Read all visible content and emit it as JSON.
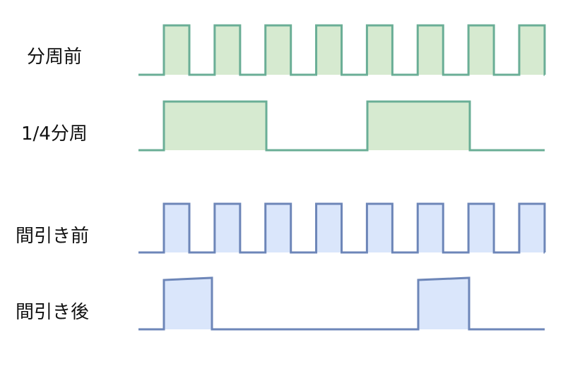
{
  "labels": {
    "before_divide": "分周前",
    "quarter_divide": "1/4分周",
    "before_thin": "間引き前",
    "after_thin": "間引き後"
  },
  "colors": {
    "green_stroke": "#6aae96",
    "green_fill": "#d6ead0",
    "blue_stroke": "#6d86b8",
    "blue_fill": "#dae6fb"
  },
  "signals": [
    {
      "name": "before-divide-signal",
      "color": "green",
      "pulses": [
        1,
        2,
        3,
        4,
        5,
        6,
        7,
        8
      ],
      "sloped": false
    },
    {
      "name": "quarter-divide-signal",
      "color": "green",
      "pulses": [
        1,
        5
      ],
      "sloped": false
    },
    {
      "name": "before-thin-signal",
      "color": "blue",
      "pulses": [
        1,
        2,
        3,
        4,
        5,
        6,
        7,
        8
      ],
      "sloped": false
    },
    {
      "name": "after-thin-signal",
      "color": "blue",
      "pulses": [
        1,
        6
      ],
      "sloped": true
    }
  ]
}
